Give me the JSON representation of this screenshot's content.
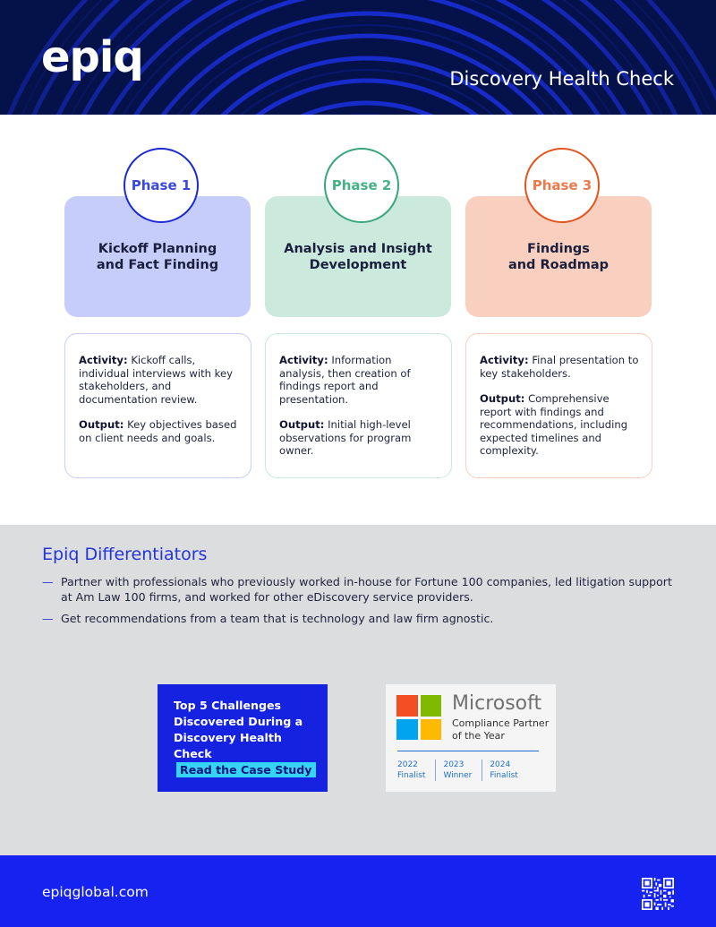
{
  "header": {
    "logo_text": "epiq",
    "title": "Discovery Health Check"
  },
  "phases": [
    {
      "circle_label": "Phase 1",
      "card_title": "Kickoff Planning\nand Fact Finding",
      "activity_label": "Activity:",
      "activity_text": "Kickoff calls, individual interviews with key stakeholders, and documentation review.",
      "output_label": "Output:",
      "output_text": "Key objectives based on client needs and goals."
    },
    {
      "circle_label": "Phase 2",
      "card_title": "Analysis and Insight\nDevelopment",
      "activity_label": "Activity:",
      "activity_text": "Information analysis, then creation of findings report and presentation.",
      "output_label": "Output:",
      "output_text": "Initial high-level observations for program owner."
    },
    {
      "circle_label": "Phase 3",
      "card_title": "Findings\nand Roadmap",
      "activity_label": "Activity:",
      "activity_text": "Final presentation to key stakeholders.",
      "output_label": "Output:",
      "output_text": "Comprehensive report with findings and recommendations, including expected timelines and complexity."
    }
  ],
  "differentiators": {
    "heading": "Epiq Differentiators",
    "items": [
      "Partner with professionals who previously worked in-house for Fortune 100 companies, led litigation support at Am Law 100 firms, and worked for other eDiscovery service providers.",
      "Get recommendations from a team that is technology and law firm agnostic."
    ],
    "bullet": "—"
  },
  "case_study": {
    "title_line1": "Top 5 Challenges",
    "title_line2": "Discovered During a",
    "title_line3": "Discovery Health Check",
    "button_label": "Read the Case Study"
  },
  "microsoft_badge": {
    "name": "Microsoft",
    "subtitle": "Compliance Partner\nof the Year",
    "years": [
      {
        "year": "2022",
        "status": "Finalist"
      },
      {
        "year": "2023",
        "status": "Winner"
      },
      {
        "year": "2024",
        "status": "Finalist"
      }
    ],
    "logo_colors": [
      "#f25022",
      "#7fba00",
      "#00a4ef",
      "#ffb900"
    ]
  },
  "footer": {
    "url": "epiqglobal.com"
  },
  "colors": {
    "header_bg": "#05124a",
    "accent_blue": "#1522f0",
    "phase1": "#c7cdfb",
    "phase2": "#cbe9dd",
    "phase3": "#f9d0c0"
  }
}
